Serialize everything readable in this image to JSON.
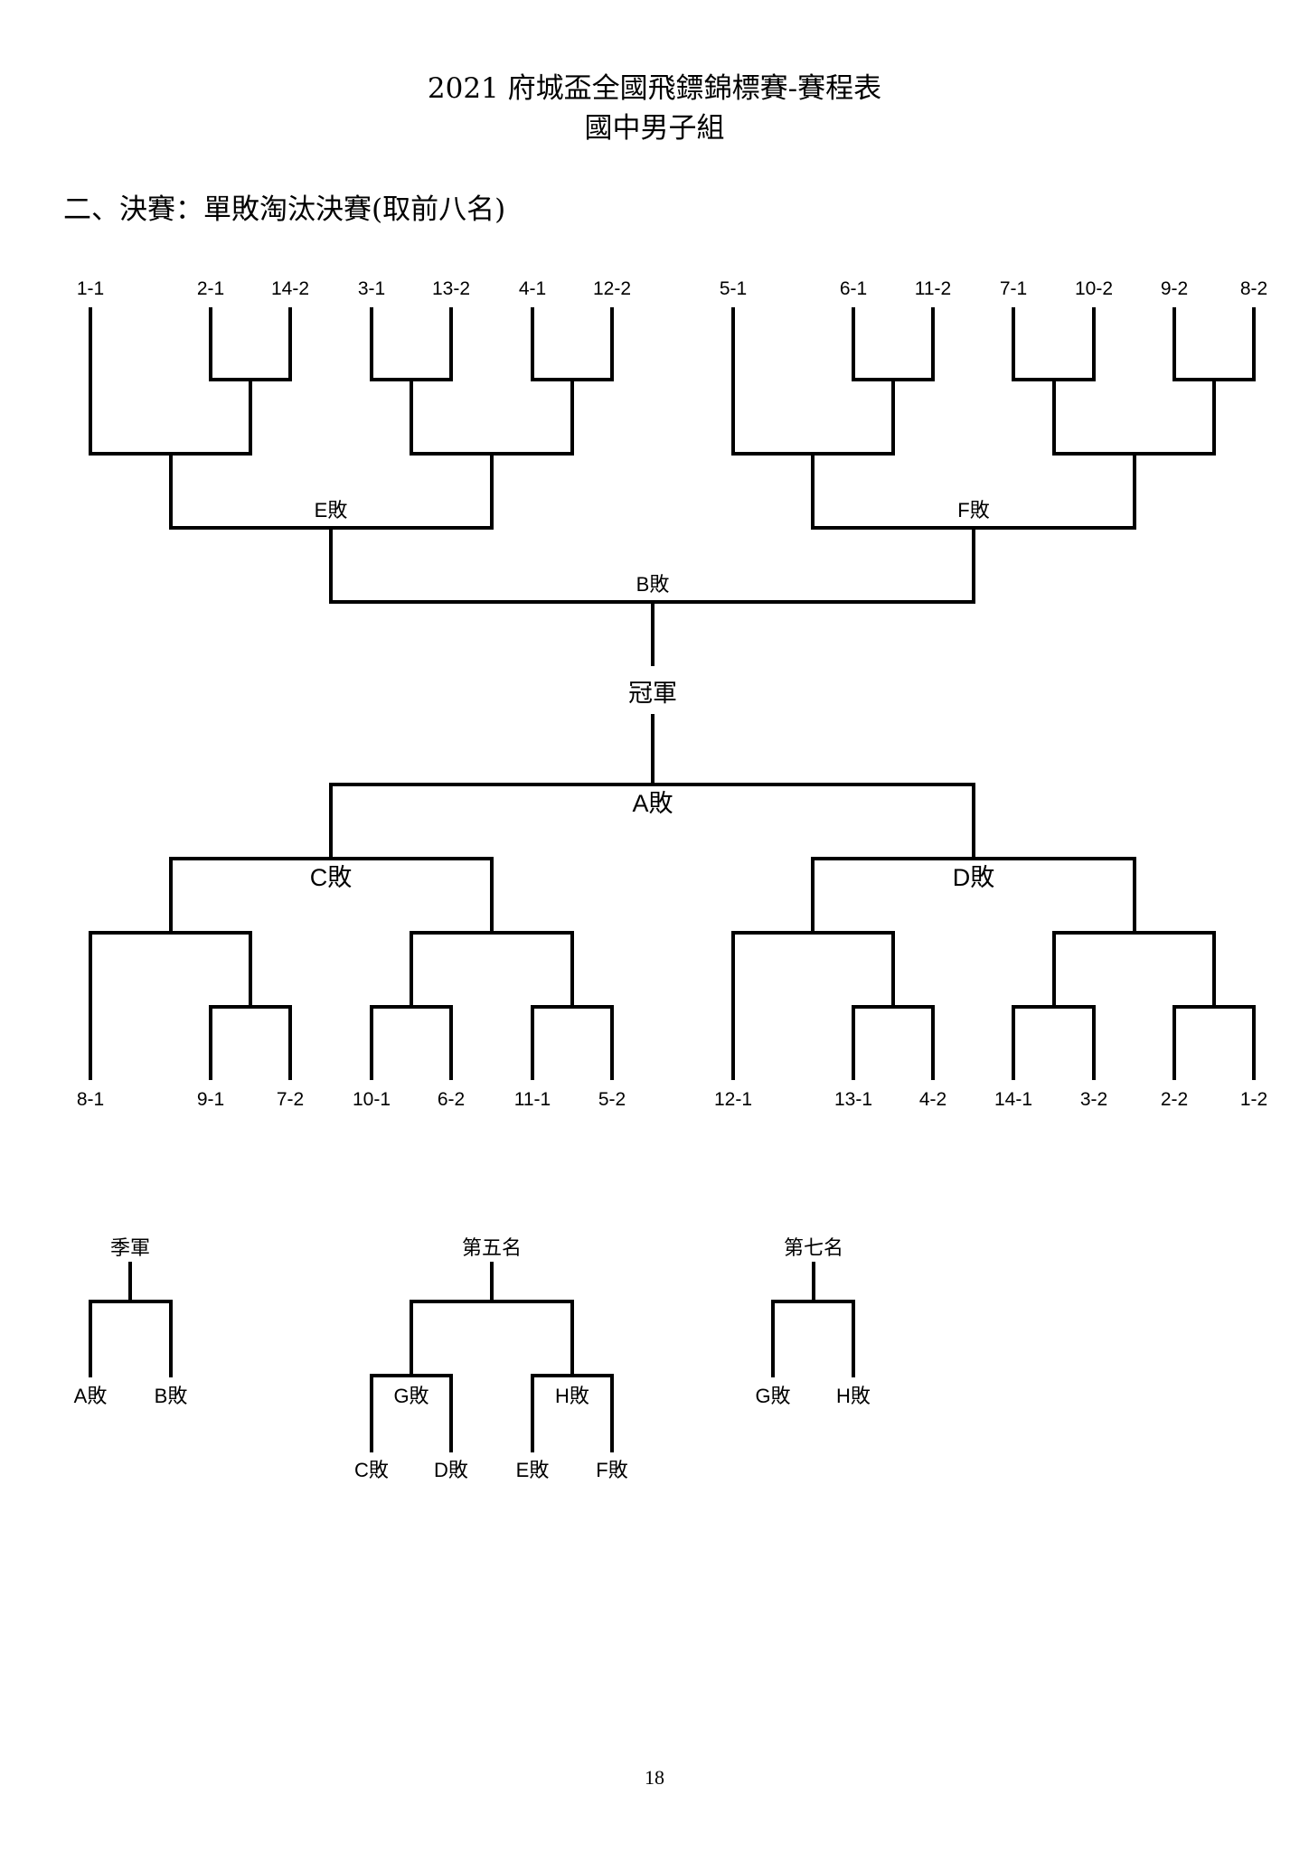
{
  "document": {
    "title": "2021 府城盃全國飛鏢錦標賽-賽程表",
    "subtitle": "國中男子組",
    "section_heading": "二、決賽：單敗淘汰決賽(取前八名)",
    "page_number": "18"
  },
  "upper_bracket": {
    "seeds": [
      "1-1",
      "2-1",
      "14-2",
      "3-1",
      "13-2",
      "4-1",
      "12-2",
      "5-1",
      "6-1",
      "11-2",
      "7-1",
      "10-2",
      "9-2",
      "8-2"
    ],
    "left_loser_label": "E敗",
    "right_loser_label": "F敗",
    "final_loser_label": "B敗"
  },
  "champion_label": "冠軍",
  "lower_bracket": {
    "final_loser_label": "A敗",
    "left_loser_label": "C敗",
    "right_loser_label": "D敗",
    "seeds": [
      "8-1",
      "9-1",
      "7-2",
      "10-1",
      "6-2",
      "11-1",
      "5-2",
      "12-1",
      "13-1",
      "4-2",
      "14-1",
      "3-2",
      "2-2",
      "1-2"
    ]
  },
  "placement": {
    "third": {
      "title": "季軍",
      "entrants": [
        "A敗",
        "B敗"
      ]
    },
    "fifth": {
      "title": "第五名",
      "semi_labels": [
        "G敗",
        "H敗"
      ],
      "entrants": [
        "C敗",
        "D敗",
        "E敗",
        "F敗"
      ]
    },
    "seventh": {
      "title": "第七名",
      "entrants": [
        "G敗",
        "H敗"
      ]
    }
  }
}
